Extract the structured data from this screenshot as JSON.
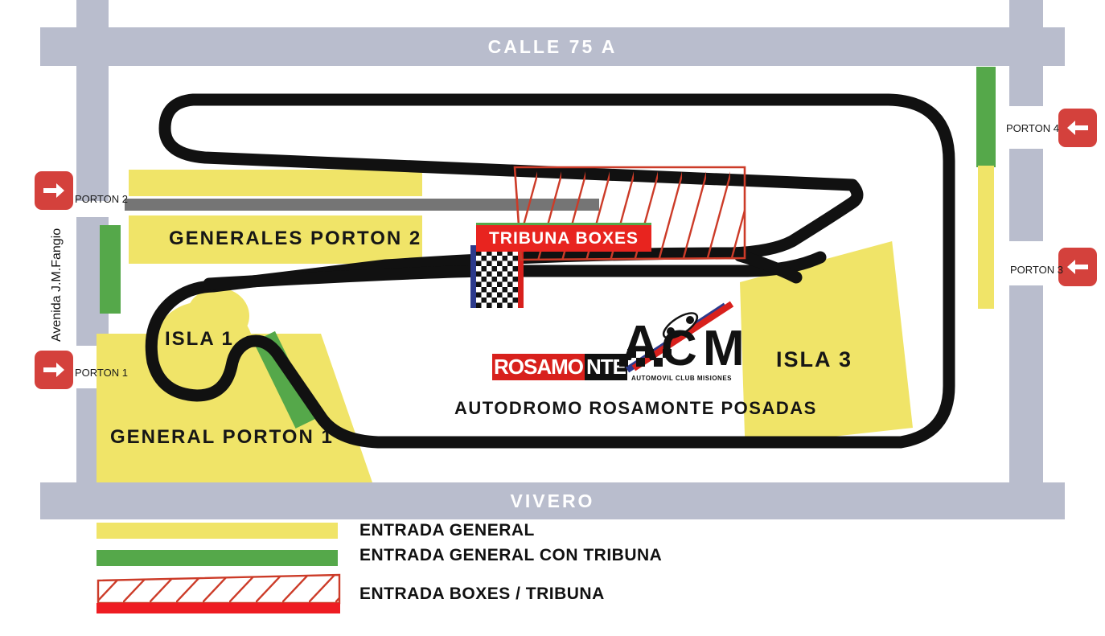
{
  "map": {
    "title": "AUTODROMO ROSAMONTE POSADAS",
    "streets": {
      "top": "CALLE 75 A",
      "bottom": "VIVERO",
      "left": "Avenida J.M.Fangio"
    },
    "gates": [
      {
        "id": "porton-2",
        "label": "PORTON 2",
        "direction": "right"
      },
      {
        "id": "porton-1",
        "label": "PORTON 1",
        "direction": "right"
      },
      {
        "id": "porton-4",
        "label": "PORTON 4",
        "direction": "left"
      },
      {
        "id": "porton-3",
        "label": "PORTON 3",
        "direction": "left"
      }
    ],
    "zones": [
      {
        "id": "generales-porton-2",
        "label": "GENERALES PORTON 2"
      },
      {
        "id": "general-porton-1",
        "label": "GENERAL PORTON 1"
      },
      {
        "id": "isla-1",
        "label": "ISLA 1"
      },
      {
        "id": "isla-3",
        "label": "ISLA 3"
      },
      {
        "id": "tribuna-boxes",
        "label": "TRIBUNA BOXES"
      }
    ],
    "logos": {
      "sponsor": {
        "part_a": "ROSAMO",
        "part_b": "NTE"
      },
      "club": {
        "mark": "ACM",
        "subtitle": "AUTOMOVIL CLUB MISIONES"
      }
    },
    "legend": [
      {
        "id": "entrada-general",
        "label": "ENTRADA GENERAL",
        "swatch": "yellow"
      },
      {
        "id": "entrada-general-con-tribuna",
        "label": "ENTRADA GENERAL CON TRIBUNA",
        "swatch": "green"
      },
      {
        "id": "entrada-boxes-tribuna",
        "label": "ENTRADA BOXES / TRIBUNA",
        "swatch": "hatched-red"
      }
    ],
    "colors": {
      "yellow": "#f0e468",
      "green": "#55a84a",
      "red": "#d4413c",
      "band_red": "#e8241f",
      "hatch_red": "#cc3b28",
      "road_gray": "#b9bdcd",
      "strip_gray": "#757575",
      "track_black": "#111111"
    }
  }
}
